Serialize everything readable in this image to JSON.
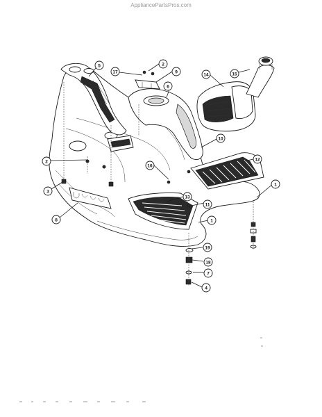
{
  "watermark": "AppliancePartsPros.com",
  "callouts": [
    "5",
    "2",
    "17",
    "9",
    "6",
    "14",
    "15",
    "10",
    "12",
    "16",
    "2",
    "1",
    "3",
    "8",
    "13",
    "11",
    "1",
    "19",
    "18",
    "7",
    "4"
  ],
  "colors": {
    "ink": "#1a1a1a",
    "shade": "#d8d8d8",
    "dark": "#2a2a2a",
    "watermark": "#9a9a9a"
  }
}
